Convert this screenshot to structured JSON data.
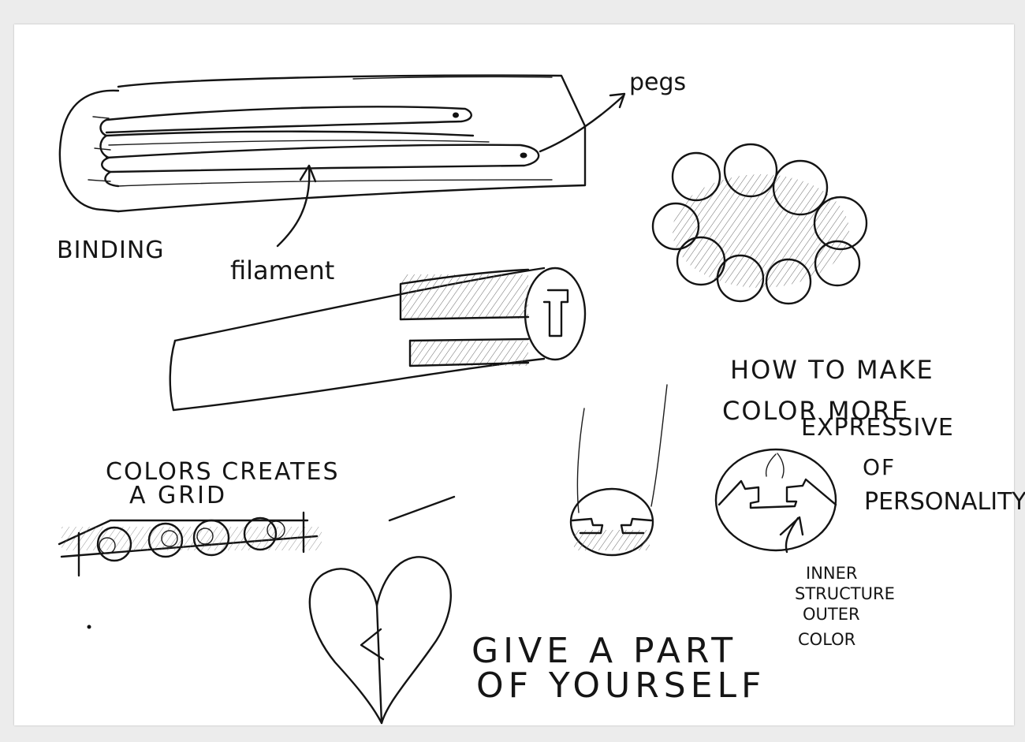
{
  "labels": {
    "pegs": "pegs",
    "binding": "BINDING",
    "filament": "filament",
    "colors_grid_line1": "COLORS CREATES",
    "colors_grid_line2": "A GRID",
    "how_line1": "HOW TO MAKE",
    "how_line2": "COLOR MORE",
    "how_line3": "EXPRESSIVE",
    "how_line4": "OF",
    "how_line5": "PERSONALITY",
    "inner_line1": "INNER",
    "inner_line2": "STRUCTURE",
    "inner_line3": "OUTER",
    "inner_line4": "COLOR",
    "give_line1": "GIVE A PART",
    "give_line2": "OF YOURSELF"
  }
}
